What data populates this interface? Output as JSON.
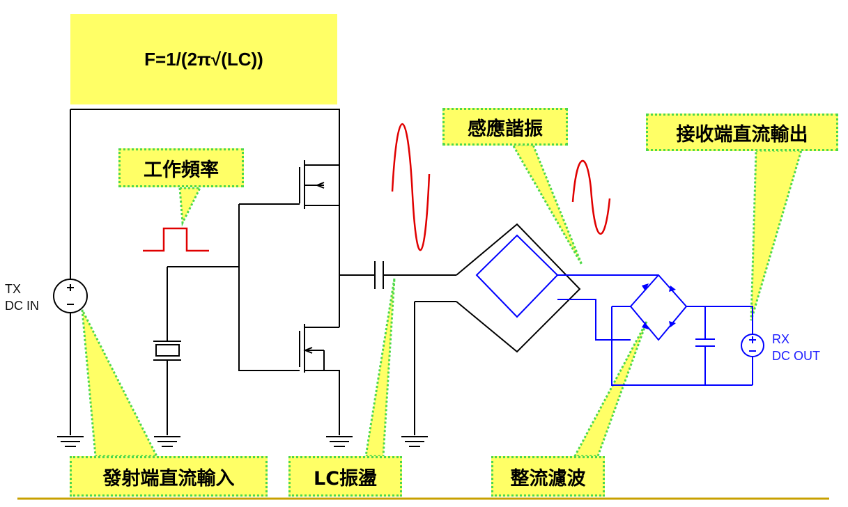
{
  "formula": "F=1/(2π√(LC))",
  "callouts": {
    "operating_frequency": "工作頻率",
    "inductive_resonance": "感應諧振",
    "receiver_dc_output": "接收端直流輸出",
    "transmitter_dc_input": "發射端直流輸入",
    "lc_oscillation": "LC振盪",
    "rectifier_filter": "整流濾波"
  },
  "labels": {
    "tx_line1": "TX",
    "tx_line2": "DC IN",
    "rx_line1": "RX",
    "rx_line2": "DC OUT"
  },
  "colors": {
    "callout_fill": "#ffff66",
    "callout_border": "#4cd84c",
    "circuit_black": "#000000",
    "circuit_blue": "#0000ff",
    "waveform_red": "#e00000",
    "footer_line": "#c8a000"
  }
}
